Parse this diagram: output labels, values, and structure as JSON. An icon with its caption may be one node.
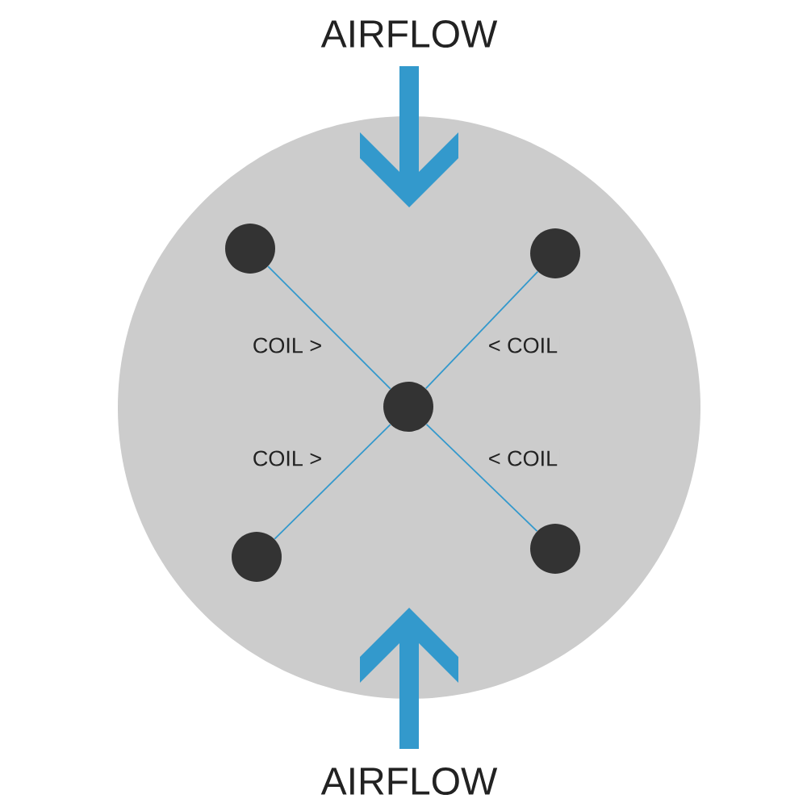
{
  "diagram": {
    "nodes": [
      {
        "text": [],
        "shape": "circle"
      },
      {
        "text": [],
        "shape": "circle",
        "in": 0
      },
      {
        "text": [],
        "shape": "circle",
        "in": 0
      },
      {
        "text": [],
        "shape": "circle",
        "in": 0
      },
      {
        "text": [],
        "shape": "circle",
        "in": 0
      },
      {
        "text": [],
        "shape": "circle",
        "in": 0
      }
    ],
    "edges": [
      {
        "from": 1,
        "to": 3,
        "arrow": "none",
        "label": "COIL >"
      },
      {
        "from": 2,
        "to": 3,
        "arrow": "none",
        "label": "< COIL"
      },
      {
        "from": 4,
        "to": 3,
        "arrow": "none",
        "label": "COIL >"
      },
      {
        "from": 5,
        "to": 3,
        "arrow": "none",
        "label": "< COIL"
      }
    ],
    "labels": [
      "AIRFLOW",
      "AIRFLOW"
    ]
  }
}
